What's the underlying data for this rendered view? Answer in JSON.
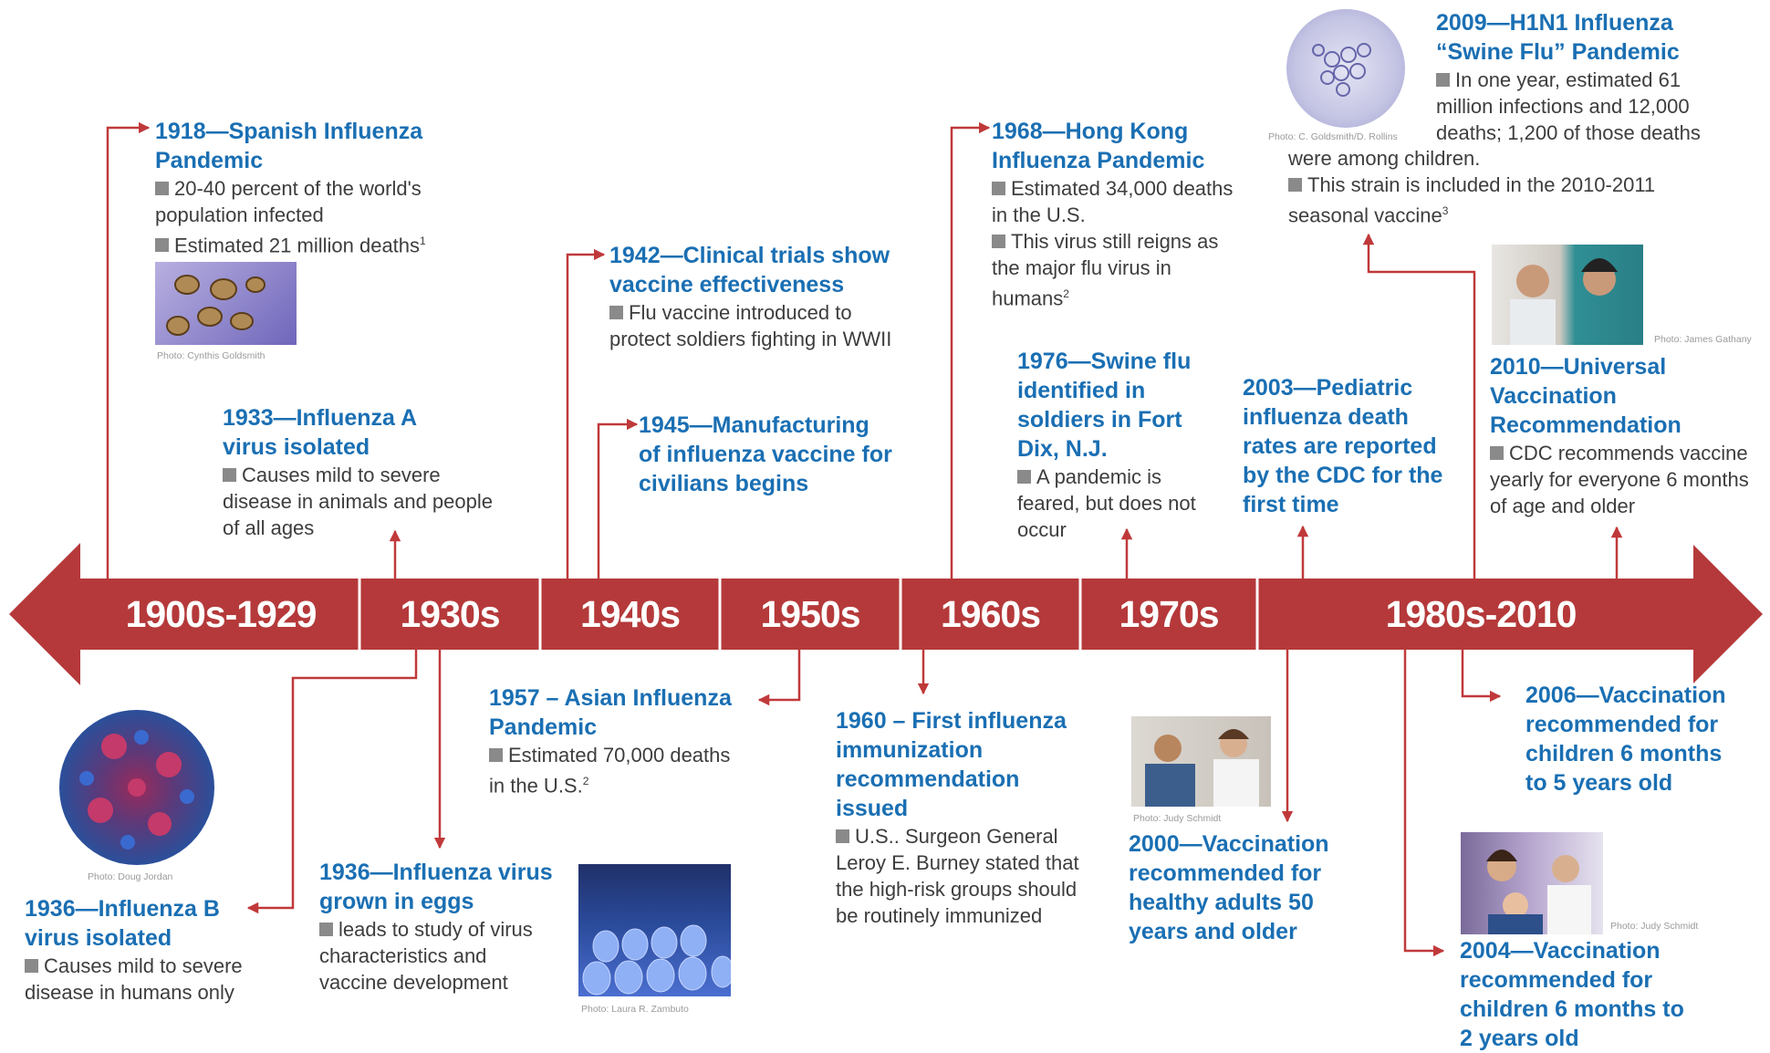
{
  "timeline": {
    "periods": [
      {
        "label": "1900s-1929"
      },
      {
        "label": "1930s"
      },
      {
        "label": "1940s"
      },
      {
        "label": "1950s"
      },
      {
        "label": "1960s"
      },
      {
        "label": "1970s"
      },
      {
        "label": "1980s-2010"
      }
    ],
    "colors": {
      "band": "#b5393a",
      "title": "#1a6fb3",
      "text": "#3d3d3d",
      "bullet": "#8a8a8a"
    }
  },
  "events": {
    "e1918": {
      "title_1": "1918—Spanish Influenza",
      "title_2": "Pandemic",
      "b1_1": "20-40 percent of the world's",
      "b1_2": "population infected",
      "b2": "Estimated 21 million deaths",
      "b2_sup": "1"
    },
    "e1933": {
      "title_1": "1933—Influenza A",
      "title_2": "virus isolated",
      "b1_1": "Causes mild to severe",
      "b1_2": "disease in animals and people",
      "b1_3": "of all ages"
    },
    "e1942": {
      "title_1": "1942—Clinical trials show",
      "title_2": "vaccine effectiveness",
      "b1_1": "Flu vaccine introduced to",
      "b1_2": "protect soldiers fighting in WWII"
    },
    "e1945": {
      "title_1": "1945—Manufacturing",
      "title_2": "of influenza vaccine for",
      "title_3": "civilians begins"
    },
    "e1968": {
      "title_1": "1968—Hong Kong",
      "title_2": "Influenza Pandemic",
      "b1_1": "Estimated 34,000 deaths",
      "b1_2": "in the U.S.",
      "b2_1": "This virus still reigns as",
      "b2_2": "the major flu virus in",
      "b2_3": "humans",
      "b2_sup": "2"
    },
    "e1976": {
      "title_1": "1976—Swine flu",
      "title_2": "identified in",
      "title_3": "soldiers in Fort",
      "title_4": "Dix, N.J.",
      "b1_1": "A pandemic is",
      "b1_2": "feared, but does not",
      "b1_3": "occur"
    },
    "e2003": {
      "title_1": "2003—Pediatric",
      "title_2": "influenza death",
      "title_3": "rates are reported",
      "title_4": "by the CDC for the",
      "title_5": "first time"
    },
    "e2009": {
      "title_1": "2009—H1N1 Influenza",
      "title_2": "“Swine Flu” Pandemic",
      "b1_1": "In one year, estimated 61",
      "b1_2": "million infections and 12,000",
      "b1_3": "deaths; 1,200 of those deaths",
      "b1_4": "were among children.",
      "b2_1": "This strain is included in the 2010-2011",
      "b2_2": "seasonal vaccine",
      "b2_sup": "3"
    },
    "e2010": {
      "title_1": "2010—Universal",
      "title_2": "Vaccination",
      "title_3": "Recommendation",
      "b1_1": "CDC recommends vaccine",
      "b1_2": "yearly for everyone 6 months",
      "b1_3": "of age and older"
    },
    "e1936b": {
      "title_1": "1936—Influenza B",
      "title_2": "virus isolated",
      "b1_1": "Causes mild to severe",
      "b1_2": "disease in humans only"
    },
    "e1936e": {
      "title_1": "1936—Influenza virus",
      "title_2": "grown in eggs",
      "b1_1": "leads to study of virus",
      "b1_2": "characteristics and",
      "b1_3": "vaccine development"
    },
    "e1957": {
      "title_1": "1957 – Asian Influenza",
      "title_2": "Pandemic",
      "b1_1": "Estimated 70,000 deaths",
      "b1_2": "in the U.S.",
      "b1_sup": "2"
    },
    "e1960": {
      "title_1": "1960 – First influenza",
      "title_2": "immunization",
      "title_3": "recommendation",
      "title_4": "issued",
      "b1_1": "U.S.. Surgeon General",
      "b1_2": "Leroy E. Burney stated that",
      "b1_3": "the high-risk groups should",
      "b1_4": "be routinely immunized"
    },
    "e2000": {
      "title_1": "2000—Vaccination",
      "title_2": "recommended  for",
      "title_3": "healthy adults 50",
      "title_4": "years and older"
    },
    "e2006": {
      "title_1": "2006—Vaccination",
      "title_2": "recommended for",
      "title_3": "children 6 months",
      "title_4": "to 5 years old"
    },
    "e2004": {
      "title_1": "2004—Vaccination",
      "title_2": "recommended for",
      "title_3": "children 6 months to",
      "title_4": "2 years old"
    }
  },
  "credits": {
    "goldsmith": "Photo: Cynthis Goldsmith",
    "rollins": "Photo: C. Goldsmith/D. Rollins",
    "gathany": "Photo: James Gathany",
    "jordan": "Photo: Doug Jordan",
    "zambuto": "Photo: Laura R. Zambuto",
    "schmidt1": "Photo: Judy Schmidt",
    "schmidt2": "Photo: Judy Schmidt"
  }
}
